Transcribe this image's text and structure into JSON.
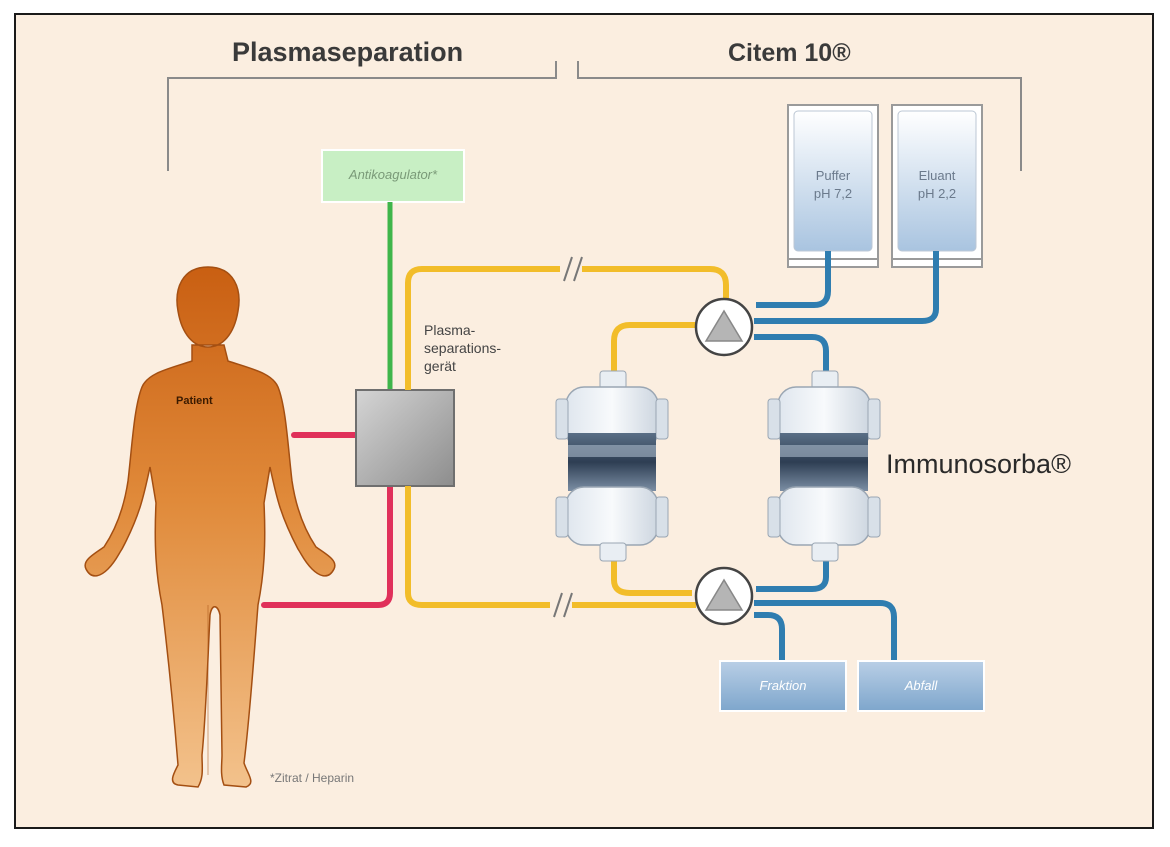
{
  "sections": {
    "left": "Plasmaseparation",
    "right": "Citem 10®"
  },
  "labels": {
    "anticoagulant": "Antikoagulator*",
    "patient": "Patient",
    "separator_line1": "Plasma-",
    "separator_line2": "separations-",
    "separator_line3": "gerät",
    "buffer_line1": "Puffer",
    "buffer_line2": "pH 7,2",
    "eluant_line1": "Eluant",
    "eluant_line2": "pH 2,2",
    "column_name": "Immunosorba®",
    "fraction": "Fraktion",
    "waste": "Abfall",
    "footnote": "*Zitrat / Heparin"
  },
  "colors": {
    "background": "#fbeee0",
    "patient": "#d9711f",
    "blood_line": "#e0305a",
    "plasma_line": "#f2bd2a",
    "anticoagulant_line": "#3fb54a",
    "solution_line": "#2f7db0",
    "anticoagulant_box": "#c8efc4"
  }
}
